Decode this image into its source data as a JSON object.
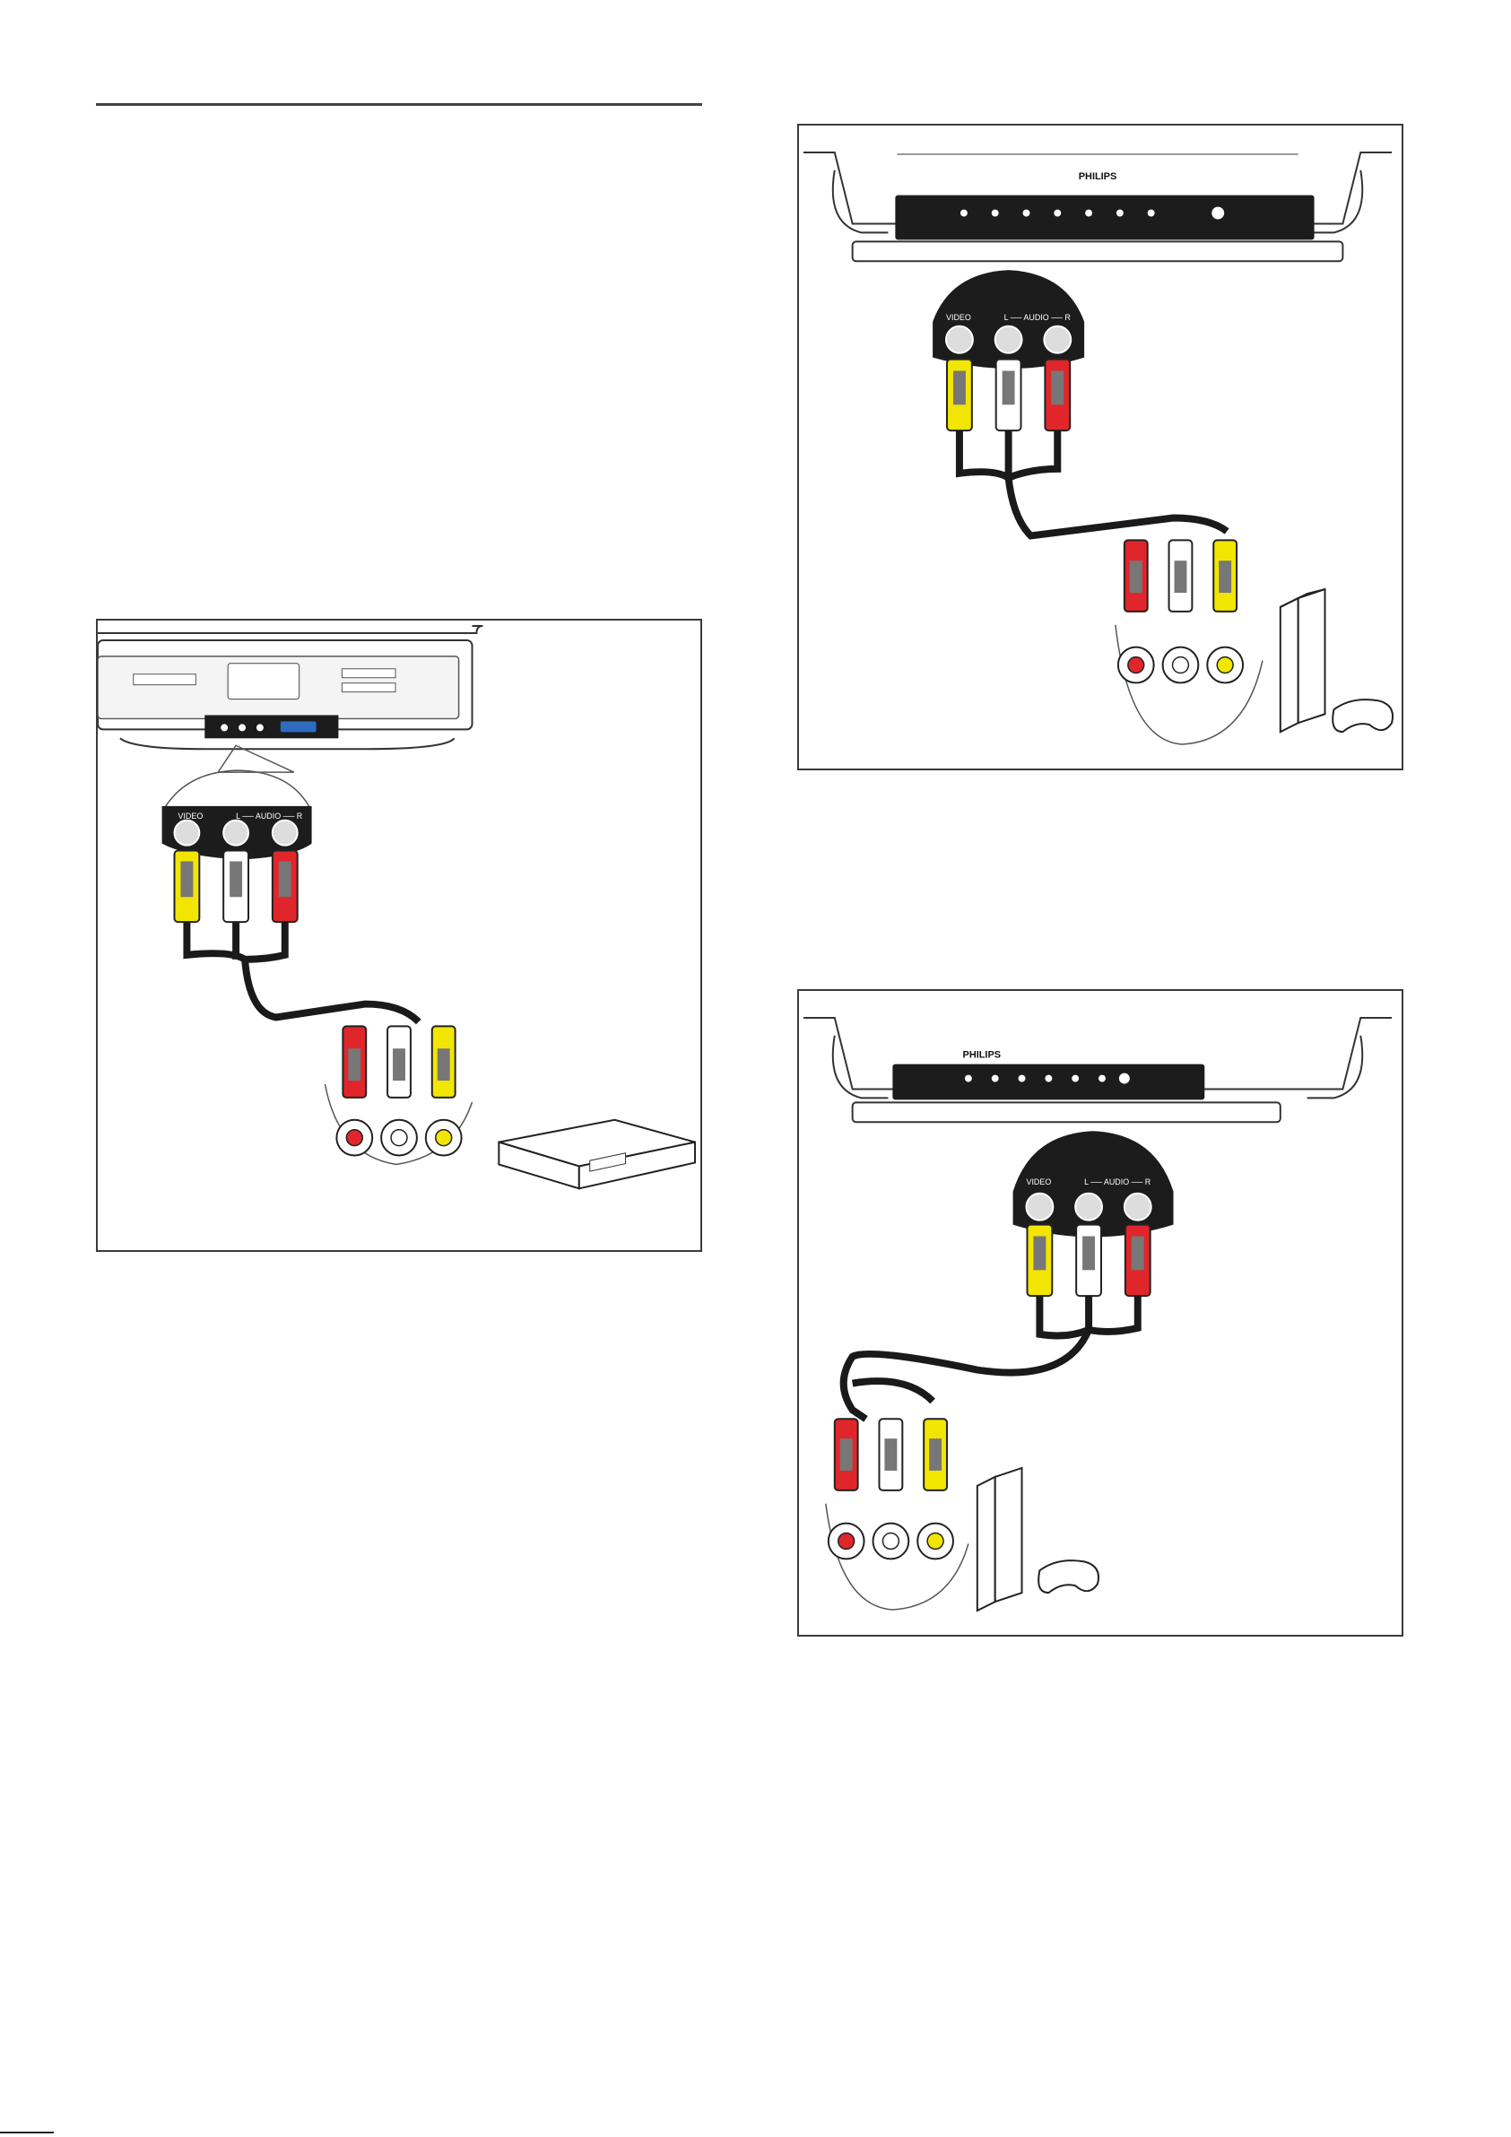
{
  "figures": {
    "dvd": {
      "panel_labels": {
        "video": "VIDEO",
        "audio": "L ── AUDIO ── R"
      }
    },
    "game1": {
      "brand": "PHILIPS",
      "panel_labels": {
        "video": "VIDEO",
        "audio": "L ── AUDIO ── R"
      }
    },
    "game2": {
      "brand": "PHILIPS",
      "panel_labels": {
        "video": "VIDEO",
        "audio": "L ── AUDIO ── R"
      }
    }
  },
  "colors": {
    "video_plug": "#f2e600",
    "audio_left_plug": "#ffffff",
    "audio_right_plug": "#e0262a",
    "cable": "#1a1a1a",
    "panel": "#1c1c1c"
  }
}
